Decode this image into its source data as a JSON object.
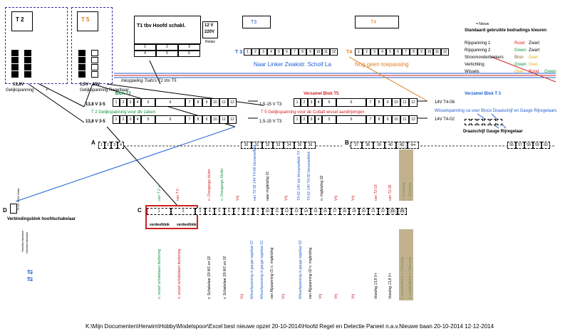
{
  "transformers": {
    "t2_label": "T 2",
    "t5_label": "T 5",
    "t2_voltage": "13,8V",
    "t5_voltage": "1,5V - 15V",
    "t2_caption": "Gelijkspanning",
    "t5_caption": "Gelijkspanning Regelbaar",
    "plus": "+"
  },
  "switch_block": {
    "title": "T1  tbv Hoofd schakl.",
    "cells": [
      "1",
      "2",
      "3",
      "4",
      "5",
      "6"
    ]
  },
  "relay": {
    "line1": "12 V",
    "line2": "220V",
    "label": "Relais"
  },
  "t3_block": {
    "title": "T3",
    "side_label": "T 3",
    "numbers": [
      "1",
      "2",
      "3",
      "4",
      "5",
      "6",
      "7",
      "8",
      "9",
      "10",
      "11",
      "12"
    ]
  },
  "t4_block": {
    "title": "T4",
    "side_label": "T4",
    "numbers": [
      "1",
      "2",
      "3",
      "4",
      "5",
      "6",
      "7",
      "8",
      "9",
      "10",
      "11",
      "12"
    ]
  },
  "notes": {
    "linker": "Naar Linker Zwakstr. Schoif La",
    "nog": "Nog geen toepassing",
    "koppeling": "Inkoppeling Trafo's T1 t/m T5"
  },
  "legend": {
    "new": "= Nieuw",
    "header": "Standaard gebruikte bedradings kleuren",
    "rows": [
      {
        "label": "Rijspanning 1",
        "v1": "Rood",
        "v2": "Zwart"
      },
      {
        "label": "Rijspanning 2",
        "v1": "Green",
        "v2": "Zwart"
      },
      {
        "label": "Stroomonderbrekers",
        "v1": "Brun",
        "v2": "Geel"
      },
      {
        "label": "Verlichting",
        "v1": "Green",
        "v2": "Geel"
      },
      {
        "label": "Wissels",
        "v1": "Geel",
        "v2": "Rood",
        "v3": "Green"
      }
    ]
  },
  "blok_t2": {
    "title": "Blok T2",
    "row1_label": "13,8 V  3-5",
    "row2_label": "13,8 V  3-5",
    "caption": "T 2 Gelijkspanning  voor div zaken",
    "cells": [
      "1",
      "2",
      "3",
      "4",
      "5",
      "6",
      "7",
      "8",
      "9",
      "10",
      "11",
      "12"
    ]
  },
  "blok_t5": {
    "title": "Verzamel Blok T5",
    "row1_label": "1,5-15 V T3",
    "row2_label": "1,5-15 V T3",
    "caption": "T 5   Gelijkspanning voor de Cobalt wissel aandrijvingen",
    "cells": [
      "1",
      "2",
      "3",
      "4",
      "5",
      "6",
      "7",
      "8",
      "9",
      "10",
      "11",
      "12"
    ]
  },
  "blok_t3": {
    "title": "Verzamel Blok T 3",
    "line1": "14V T4-06",
    "caption": "Wisselspanning ca voor Bloco Draaischijf en Gauge Rijregelaars",
    "line2": "14V T4-02",
    "sub": "Draaischijf Gauge Rijregelaar"
  },
  "row_a": {
    "label": "A",
    "left": [
      "1",
      "2",
      "3",
      "4"
    ],
    "mid": [
      "30",
      "31",
      "32",
      "33",
      "34",
      "35",
      "36"
    ]
  },
  "row_b": {
    "label": "B",
    "left": [
      "37",
      "38",
      "39",
      "40",
      "41",
      "t/m"
    ],
    "right": [
      "56",
      "57",
      "58",
      "59",
      "60"
    ]
  },
  "upper_labels": [
    "van T 2 +",
    "van T 5 -",
    "n. Overgangs sluiter",
    "n. Overgangs Sluiter",
    "Vrij",
    "van T2-06  14V T4-06 Verzamelblok",
    "naar ringleiding 01",
    "Vrij",
    "T4-02  14V via Verzamelblok T4",
    "T4-02  14V T4-06 Verzamelblok",
    "n. ringleiding 02",
    "Vrij",
    "Vrij",
    "van T2-03",
    "van T2-06",
    "n. Overweg",
    "n. Overweg"
  ],
  "row_c": {
    "label": "C",
    "cells": [
      "1",
      "2",
      "3",
      "4",
      "5",
      "6",
      "7",
      "8",
      "9",
      "10",
      "11",
      "12",
      "13",
      "14",
      "15",
      "16",
      "17",
      "18",
      "19",
      "20",
      "21",
      "22",
      "23",
      "24"
    ],
    "red_left": "verdeelblok",
    "red_right": "verdeelblok"
  },
  "lower_labels": [
    "n. wissel schakelaars bediening",
    "n. wissel schakelaars bediening",
    "v. Schakelaar S9 W1 en 02",
    "v. Schakelaar S9 W1 en 02",
    "Vrij",
    "Wisselspanning in gauge regelaar 01",
    "Wisselspanning in gauge regelaar 01",
    "van Rijspanning 01 n. ringleiding",
    "Vrij",
    "Wisselspanning in gauge regelaar 02",
    "van Rijspanning 02 n. ringleiding",
    "Vrij",
    "Vrij",
    "Vrij",
    "Voeding 13,8 V+",
    "Voeding 13,8 V+",
    "v. schakelbord n. Overweg",
    "v. schakelbord n. Overweg"
  ],
  "block_d": {
    "label": "D",
    "caption": "Verbindingsblok hoofdschakelaar",
    "side": "T1-01 220V relais"
  },
  "hoofd_labels": [
    "Hoofdschakelaar",
    "Hoofdschakelaar"
  ],
  "footer": "K:\\Mijn Documenten\\Herwim\\Hobby\\Modelspoor\\Excel best nieuwe opzet 20-10-2014\\Hoofd Regel en Detectie Paneel n.a.v.Nieuwe baan 20-10-2014   12-12-2014"
}
